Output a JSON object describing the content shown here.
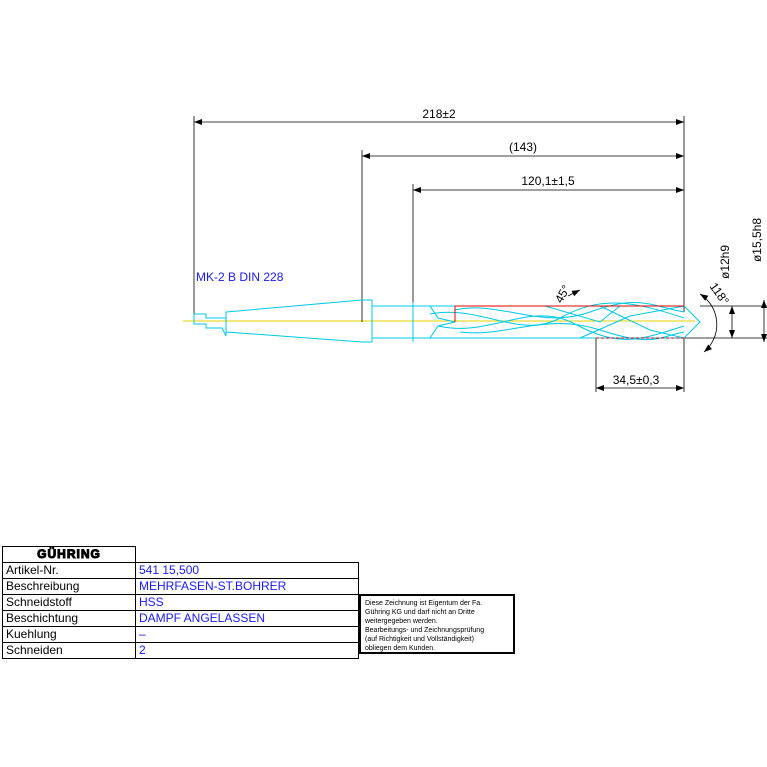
{
  "drawing": {
    "dimensions": {
      "total_length": "218±2",
      "taper_to_tip": "(143)",
      "body_length": "120,1±1,5",
      "flute_length": "34,5±0,3",
      "dia_small": "ø12h9",
      "dia_large": "ø15,5h8",
      "chamfer_angle": "45°",
      "point_angle": "118°"
    },
    "shank_label": "MK-2 B DIN 228"
  },
  "table": {
    "logo": "GÜHRING",
    "rows": [
      {
        "label": "Artikel-Nr.",
        "value": "541 15,500"
      },
      {
        "label": "Beschreibung",
        "value": "MEHRFASEN-ST.BOHRER"
      },
      {
        "label": "Schneidstoff",
        "value": "HSS"
      },
      {
        "label": "Beschichtung",
        "value": "DAMPF ANGELASSEN"
      },
      {
        "label": "Kuehlung",
        "value": "–"
      },
      {
        "label": "Schneiden",
        "value": "2"
      }
    ]
  },
  "note": {
    "lines": [
      "Diese Zeichnung ist Eigentum der Fa.",
      "Gühring KG und darf nicht an Dritte",
      "weitergegeben werden.",
      "Bearbeitungs- und Zeichnungsprüfung",
      "(auf Richtigkeit und Vollständigkeit)",
      "obliegen dem Kunden."
    ]
  },
  "colors": {
    "dimension": "#000000",
    "part": "#00c8e6",
    "centerline": "#e6d200",
    "highlight": "#e60000",
    "text_blue": "#1a1aff"
  }
}
